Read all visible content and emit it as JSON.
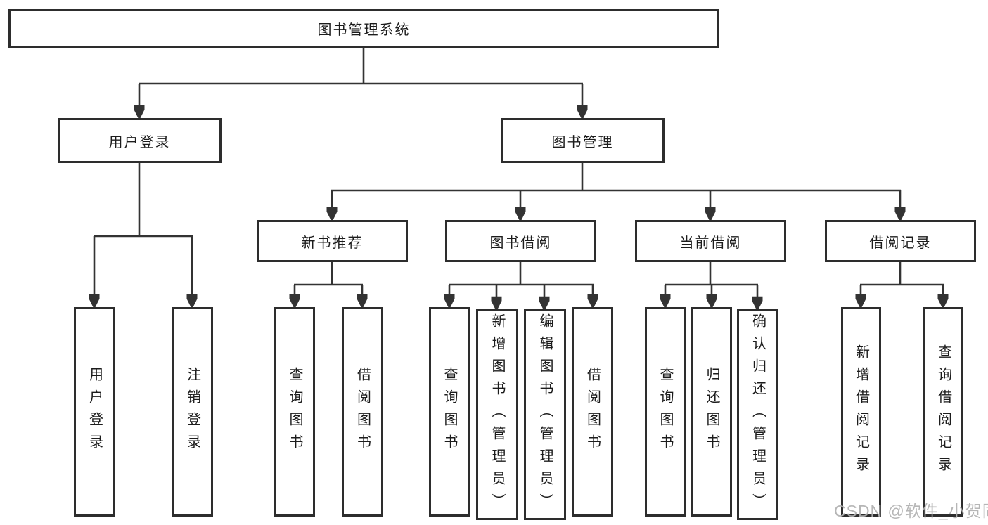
{
  "diagram": {
    "root": {
      "label": "图书管理系统"
    },
    "user_login": {
      "label": "用户登录",
      "children": {
        "login": "用户登录",
        "logout": "注销登录"
      }
    },
    "book_mgmt": {
      "label": "图书管理",
      "new_book_rec": {
        "label": "新书推荐",
        "children": {
          "query_book": "查询图书",
          "borrow_book": "借阅图书"
        }
      },
      "book_borrow": {
        "label": "图书借阅",
        "children": {
          "query_book": "查询图书",
          "add_book": "新增图书（管理员）",
          "edit_book": "编辑图书（管理员）",
          "borrow_book": "借阅图书"
        }
      },
      "current_borrow": {
        "label": "当前借阅",
        "children": {
          "query_book": "查询图书",
          "return_book": "归还图书",
          "confirm_return": "确认归还（管理员）"
        }
      },
      "borrow_records": {
        "label": "借阅记录",
        "children": {
          "add_record": "新增借阅记录",
          "query_record": "查询借阅记录"
        }
      }
    }
  },
  "watermark": "CSDN @软件_小贺同学",
  "colors": {
    "line": "#333333",
    "box_border": "#2d2d2d",
    "text": "#1c1c1c",
    "watermark": "#b0b0b0",
    "background": "#ffffff"
  }
}
